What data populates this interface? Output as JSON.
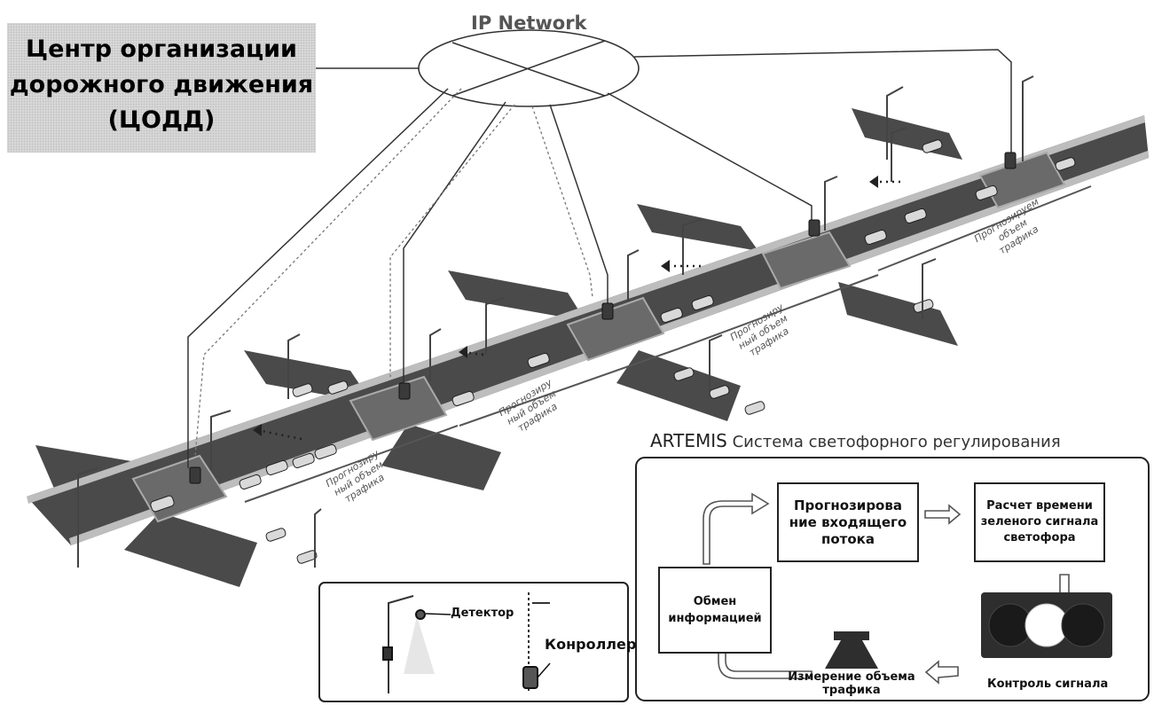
{
  "center": {
    "lines": [
      "Центр организации",
      "дорожного движения",
      "(ЦОДД)"
    ]
  },
  "network": {
    "title": "IP Network"
  },
  "road_notes": [
    {
      "lines": [
        "Прогнозиру",
        "ный объем",
        "трафика"
      ]
    },
    {
      "lines": [
        "Прогнозиру",
        "ный объем",
        "трафика"
      ]
    },
    {
      "lines": [
        "Прогнозиру",
        "ный объем",
        "трафика"
      ]
    },
    {
      "lines": [
        "Прогнозируем",
        "объем",
        "трафика"
      ]
    }
  ],
  "system": {
    "brand": "ARTEMIS",
    "title": "Система светофорного регулирования"
  },
  "legend": {
    "detector": "Детектор",
    "controller": "Конроллер"
  },
  "steps": {
    "forecast": [
      "Прогнозирова",
      "ние входящего",
      "потока"
    ],
    "green_time": [
      "Расчет времени",
      "зеленого сигнала",
      "светофора"
    ],
    "exchange": [
      "Обмен",
      "информацией"
    ],
    "measurement": [
      "Измерение объема",
      "трафика"
    ],
    "signal_control": "Контроль сигнала"
  },
  "colors": {
    "road": "#4a4a4a",
    "intersection": "#6a6a6a",
    "line": "#333333"
  }
}
